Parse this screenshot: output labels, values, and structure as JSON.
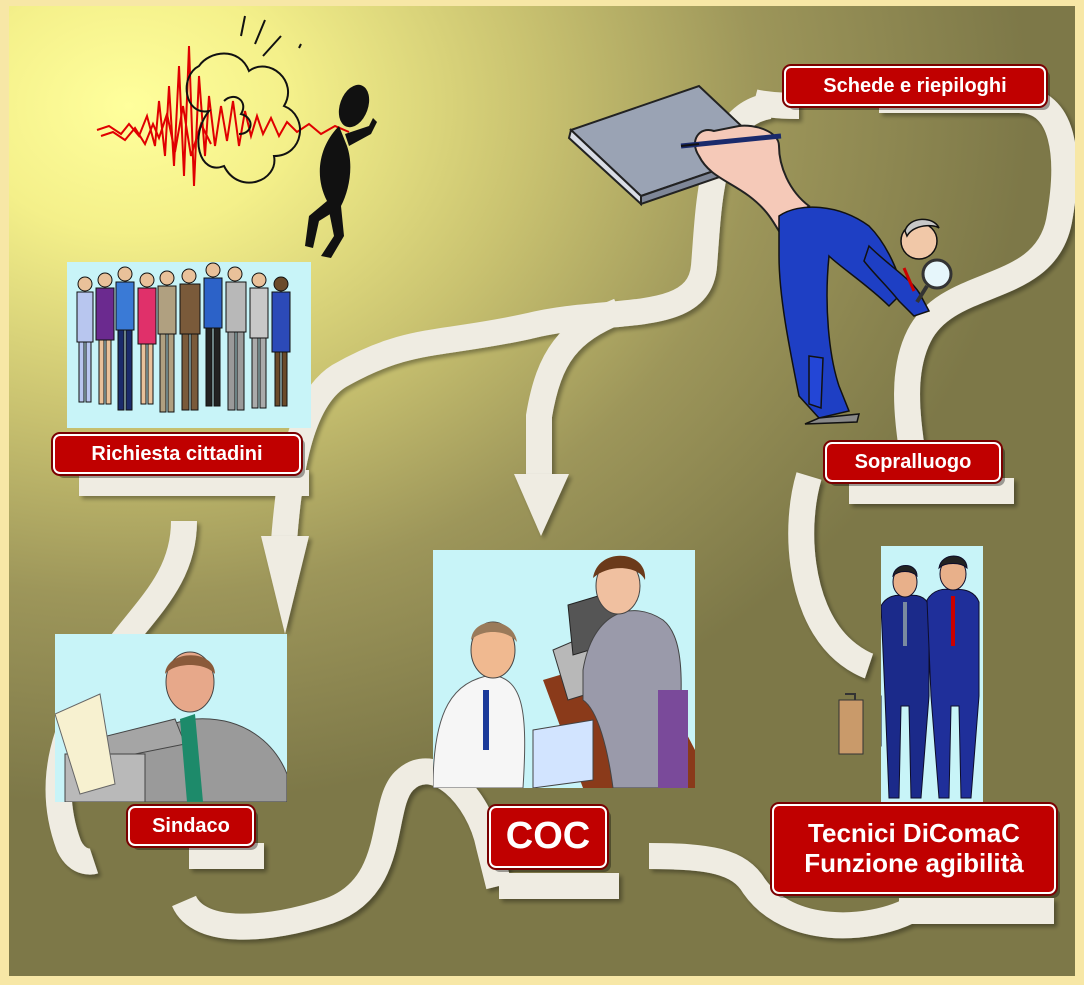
{
  "labels": {
    "schede": "Schede e riepiloghi",
    "richiesta": "Richiesta cittadini",
    "sopralluogo": "Sopralluogo",
    "sindaco": "Sindaco",
    "coc": "COC",
    "tecnici_line1": "Tecnici DiComaC",
    "tecnici_line2": "Funzione agibilità"
  },
  "colors": {
    "label_fill": "#c00000",
    "label_text": "#ffffff",
    "path": "#efece2",
    "pic_background": "#c8f4f8"
  },
  "icons": [
    "earthquake-seismograph-icon",
    "people-crowd-icon",
    "inspector-magnifier-icon",
    "writing-hand-icon",
    "mayor-ballot-icon",
    "office-meeting-icon",
    "businessmen-icon"
  ]
}
